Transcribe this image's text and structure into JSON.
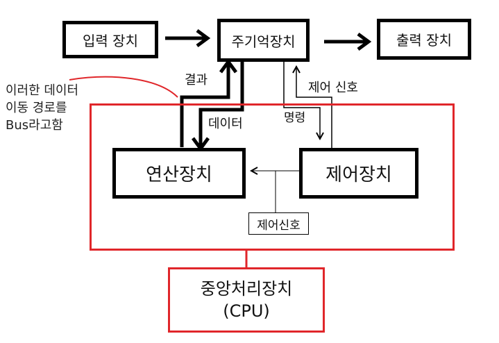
{
  "nodes": {
    "input": "입력 장치",
    "memory": "주기억장치",
    "output": "출력 장치",
    "alu": "연산장치",
    "control": "제어장치",
    "cpu_line1": "중앙처리장치",
    "cpu_line2": "(CPU)"
  },
  "labels": {
    "result": "결과",
    "data": "데이터",
    "command": "명령",
    "control_signal_top": "제어 신호",
    "control_signal_box": "제어신호"
  },
  "annotation": {
    "line1": "이러한 데이터",
    "line2": "이동 경로를",
    "line3": "Bus라고함"
  },
  "colors": {
    "frame": "#e0262a",
    "annotation_text": "#222222",
    "annotation_curve": "#e0262a"
  }
}
